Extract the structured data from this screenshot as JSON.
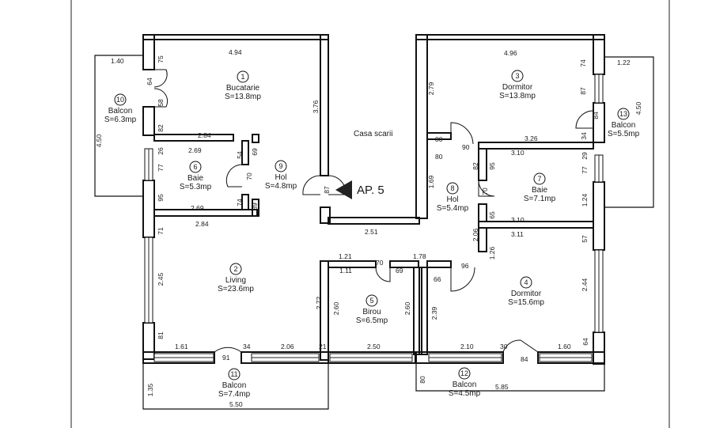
{
  "apartment": {
    "label": "AP. 5"
  },
  "stairs_label": "Casa scarii",
  "rooms": [
    {
      "num": "1",
      "name": "Bucatarie",
      "area": "S=13.8mp"
    },
    {
      "num": "2",
      "name": "Living",
      "area": "S=23.6mp"
    },
    {
      "num": "3",
      "name": "Dormitor",
      "area": "S=13.8mp"
    },
    {
      "num": "4",
      "name": "Dormitor",
      "area": "S=15.6mp"
    },
    {
      "num": "5",
      "name": "Birou",
      "area": "S=6.5mp"
    },
    {
      "num": "6",
      "name": "Baie",
      "area": "S=5.3mp"
    },
    {
      "num": "7",
      "name": "Baie",
      "area": "S=7.1mp"
    },
    {
      "num": "8",
      "name": "Hol",
      "area": "S=5.4mp"
    },
    {
      "num": "9",
      "name": "Hol",
      "area": "S=4.8mp"
    },
    {
      "num": "10",
      "name": "Balcon",
      "area": "S=6.3mp"
    },
    {
      "num": "11",
      "name": "Balcon",
      "area": "S=7.4mp"
    },
    {
      "num": "12",
      "name": "Balcon",
      "area": "S=4.5mp"
    },
    {
      "num": "13",
      "name": "Balcon",
      "area": "S=5.5mp"
    }
  ],
  "dimensions": {
    "d_494": "4.94",
    "d_496": "4.96",
    "d_140": "1.40",
    "d_122": "1.22",
    "d_75": "75",
    "d_64a": "64",
    "d_58": "58",
    "d_82a": "82",
    "d_450a": "4.50",
    "d_450b": "4.50",
    "d_376": "3.76",
    "d_279": "2.79",
    "d_74a": "74",
    "d_87a": "87",
    "d_84": "84",
    "d_34a": "34",
    "d_284a": "2.84",
    "d_269a": "2.69",
    "d_26": "26",
    "d_69": "69",
    "d_54": "54",
    "d_77a": "77",
    "d_70a": "70",
    "d_95a": "95",
    "d_74b": "74",
    "d_89": "89",
    "d_269b": "2.69",
    "d_284b": "2.84",
    "d_87b": "87",
    "d_80a": "80",
    "d_90": "90",
    "d_80b": "80",
    "d_326": "3.26",
    "d_310a": "3.10",
    "d_29": "29",
    "d_82b": "82",
    "d_95b": "95",
    "d_77b": "77",
    "d_169": "1.69",
    "d_70b": "70",
    "d_124": "1.24",
    "d_65": "65",
    "d_310b": "3.10",
    "d_251": "2.51",
    "d_206a": "2.06",
    "d_311": "3.11",
    "d_57": "57",
    "d_71": "71",
    "d_121": "1.21",
    "d_70c": "70",
    "d_178": "1.78",
    "d_126": "1.26",
    "d_111": "1.11",
    "d_69b": "69",
    "d_96": "96",
    "d_66": "66",
    "d_245": "2.45",
    "d_272": "2.72",
    "d_260a": "2.60",
    "d_260b": "2.60",
    "d_239": "2.39",
    "d_244": "2.44",
    "d_81": "81",
    "d_161": "1.61",
    "d_91": "91",
    "d_34b": "34",
    "d_206b": "2.06",
    "d_21": "21",
    "d_250": "2.50",
    "d_210": "2.10",
    "d_30": "30",
    "d_160": "1.60",
    "d_64b": "64",
    "d_84b": "84",
    "d_135": "1.35",
    "d_550": "5.50",
    "d_80c": "80",
    "d_585": "5.85"
  },
  "colors": {
    "line": "#111111",
    "background": "#ffffff"
  }
}
